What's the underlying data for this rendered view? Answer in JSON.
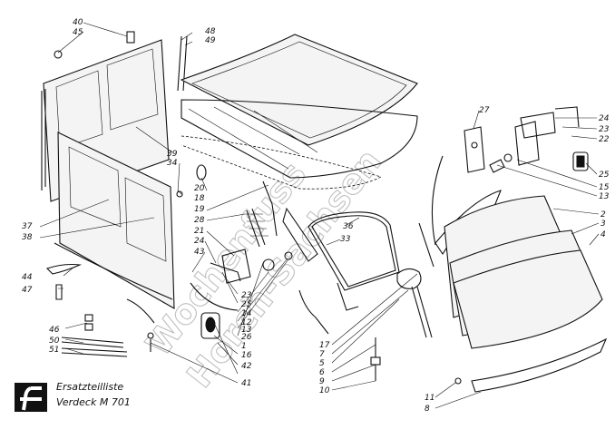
{
  "caption": {
    "line1": "Ersatzteilliste",
    "line2": "Verdeck M 701"
  },
  "watermark": {
    "line1": "Wochenfuss",
    "line2": "Horch-Sachsen"
  },
  "part_numbers": [
    "40",
    "45",
    "48",
    "49",
    "39",
    "34",
    "20",
    "37",
    "38",
    "18",
    "19",
    "28",
    "21",
    "24",
    "43",
    "44",
    "47",
    "23",
    "25",
    "14",
    "12",
    "13",
    "26",
    "1",
    "16",
    "42",
    "46",
    "50",
    "51",
    "41",
    "36",
    "33",
    "27",
    "24",
    "23",
    "22",
    "25",
    "15",
    "13",
    "2",
    "3",
    "4",
    "17",
    "7",
    "5",
    "6",
    "9",
    "10",
    "11",
    "8"
  ]
}
